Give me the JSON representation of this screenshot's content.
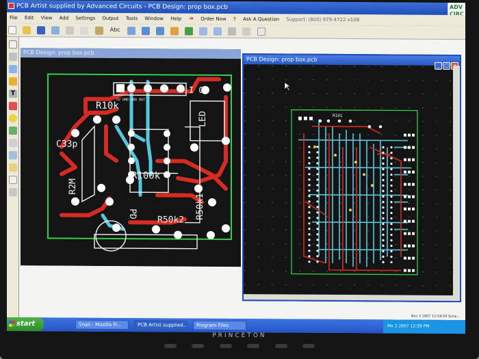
{
  "app": {
    "title": "PCB Artist supplied by Advanced Circuits - PCB Design: prop box.pcb",
    "logo_text": "ADV CIRC"
  },
  "menu": {
    "items": [
      "File",
      "Edit",
      "View",
      "Add",
      "Settings",
      "Output",
      "Tools",
      "Window",
      "Help"
    ],
    "order_now": "Order Now",
    "ask": "Ask A Question",
    "support": "Support: (800) 979-4722 x108"
  },
  "toolbar": {
    "abc_label": "Abc"
  },
  "windows": {
    "back_title": "PCB Design: prop box.pcb",
    "front_title": "PCB Design: prop box.pcb"
  },
  "pcb_labels": {
    "r10k": "R10k",
    "c33p": "C33p",
    "r2m": "R2M",
    "r100k": "R100k",
    "pd": "PD",
    "r50k2": "R50k2",
    "r50k1": "R50k1",
    "led": "LED",
    "io": "I O",
    "connector": "5V  GND VDD OUT",
    "r101": "R101"
  },
  "taskbar": {
    "start": "start",
    "tasks": [
      "Snail - Mozilla Fi...",
      "PCB Artist supplied...",
      "Program Files"
    ],
    "tray": "Mx 2 2007  12:59 PM"
  },
  "status_bar": "Nov 3 2007   12:59:59 Sche...",
  "monitor": {
    "brand": "PRINCETON"
  },
  "colors": {
    "board_bg": "#141414",
    "board_outline": "#34d04a",
    "top_trace": "#d62b22",
    "bottom_trace": "#55c8e0",
    "pad": "#ffffff",
    "silkscreen": "#f2f2f2"
  }
}
